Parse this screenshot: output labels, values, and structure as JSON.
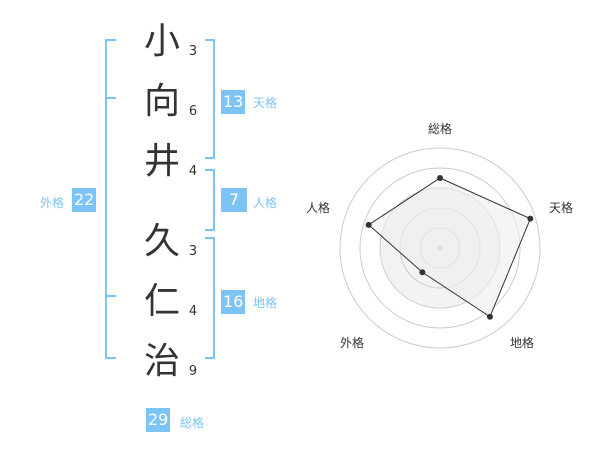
{
  "name": {
    "chars": [
      {
        "char": "小",
        "strokes": "3"
      },
      {
        "char": "向",
        "strokes": "6"
      },
      {
        "char": "井",
        "strokes": "4"
      },
      {
        "char": "久",
        "strokes": "3"
      },
      {
        "char": "仁",
        "strokes": "4"
      },
      {
        "char": "治",
        "strokes": "9"
      }
    ]
  },
  "kaku": {
    "tenkaku": {
      "value": "13",
      "label": "天格"
    },
    "jinkaku": {
      "value": "7",
      "label": "人格"
    },
    "chikaku": {
      "value": "16",
      "label": "地格"
    },
    "gaikaku": {
      "value": "22",
      "label": "外格"
    },
    "soukaku": {
      "value": "29",
      "label": "総格"
    }
  },
  "colors": {
    "accent": "#7cc4f5",
    "bracket": "#7cc4f5",
    "radar_fill": "#eeeeee",
    "radar_grid": "#cccccc",
    "radar_line": "#333333"
  },
  "chart_data": {
    "type": "radar",
    "axes": [
      "総格",
      "天格",
      "地格",
      "外格",
      "人格"
    ],
    "values": [
      0.7,
      0.95,
      0.85,
      0.3,
      0.75
    ],
    "range": [
      0,
      1
    ],
    "grid_rings": 5
  }
}
